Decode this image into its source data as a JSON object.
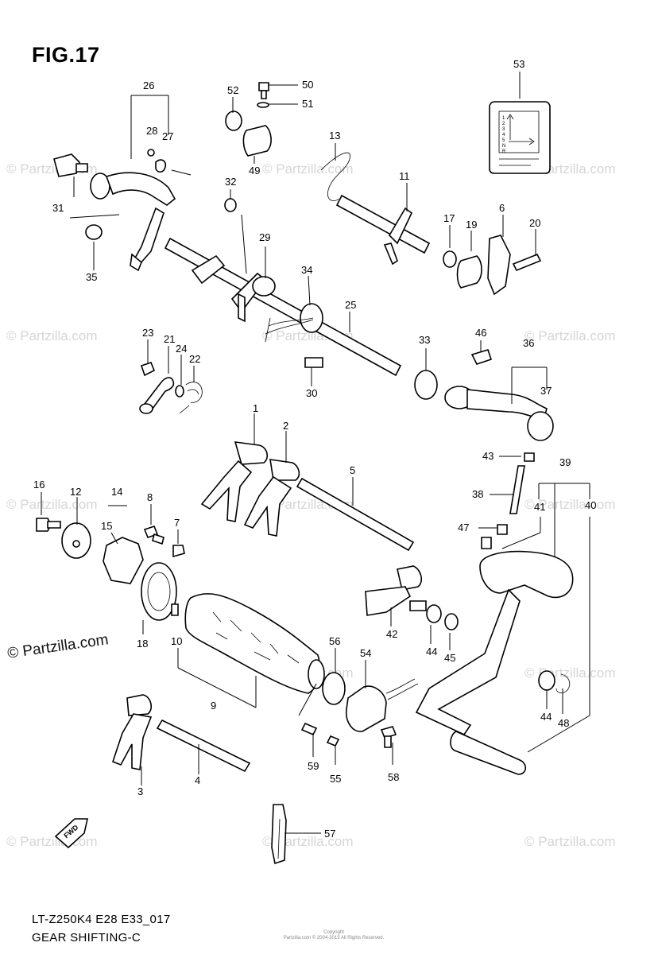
{
  "figure": {
    "title": "FIG.17",
    "code": "LT-Z250K4 E28 E33_017",
    "name": "GEAR SHIFTING-C",
    "credit_line1": "Copyright",
    "credit_line2": "Partzilla.com © 2004-2015 All Rights Reserved."
  },
  "watermark": {
    "main": "© Partzilla.com",
    "repeat": "© Partzilla.com"
  },
  "label_plate": {
    "lines": [
      "1",
      "2",
      "3",
      "4",
      "5",
      "N",
      "R"
    ]
  },
  "callouts": [
    "1",
    "2",
    "3",
    "4",
    "5",
    "6",
    "7",
    "8",
    "9",
    "10",
    "11",
    "12",
    "13",
    "14",
    "15",
    "16",
    "17",
    "18",
    "19",
    "20",
    "21",
    "22",
    "23",
    "24",
    "25",
    "26",
    "27",
    "28",
    "29",
    "30",
    "31",
    "32",
    "33",
    "34",
    "35",
    "36",
    "37",
    "38",
    "39",
    "40",
    "41",
    "42",
    "43",
    "44",
    "44",
    "45",
    "46",
    "47",
    "48",
    "49",
    "50",
    "51",
    "52",
    "53",
    "54",
    "55",
    "56",
    "57",
    "58",
    "59"
  ],
  "fwd_arrow": "FWD"
}
